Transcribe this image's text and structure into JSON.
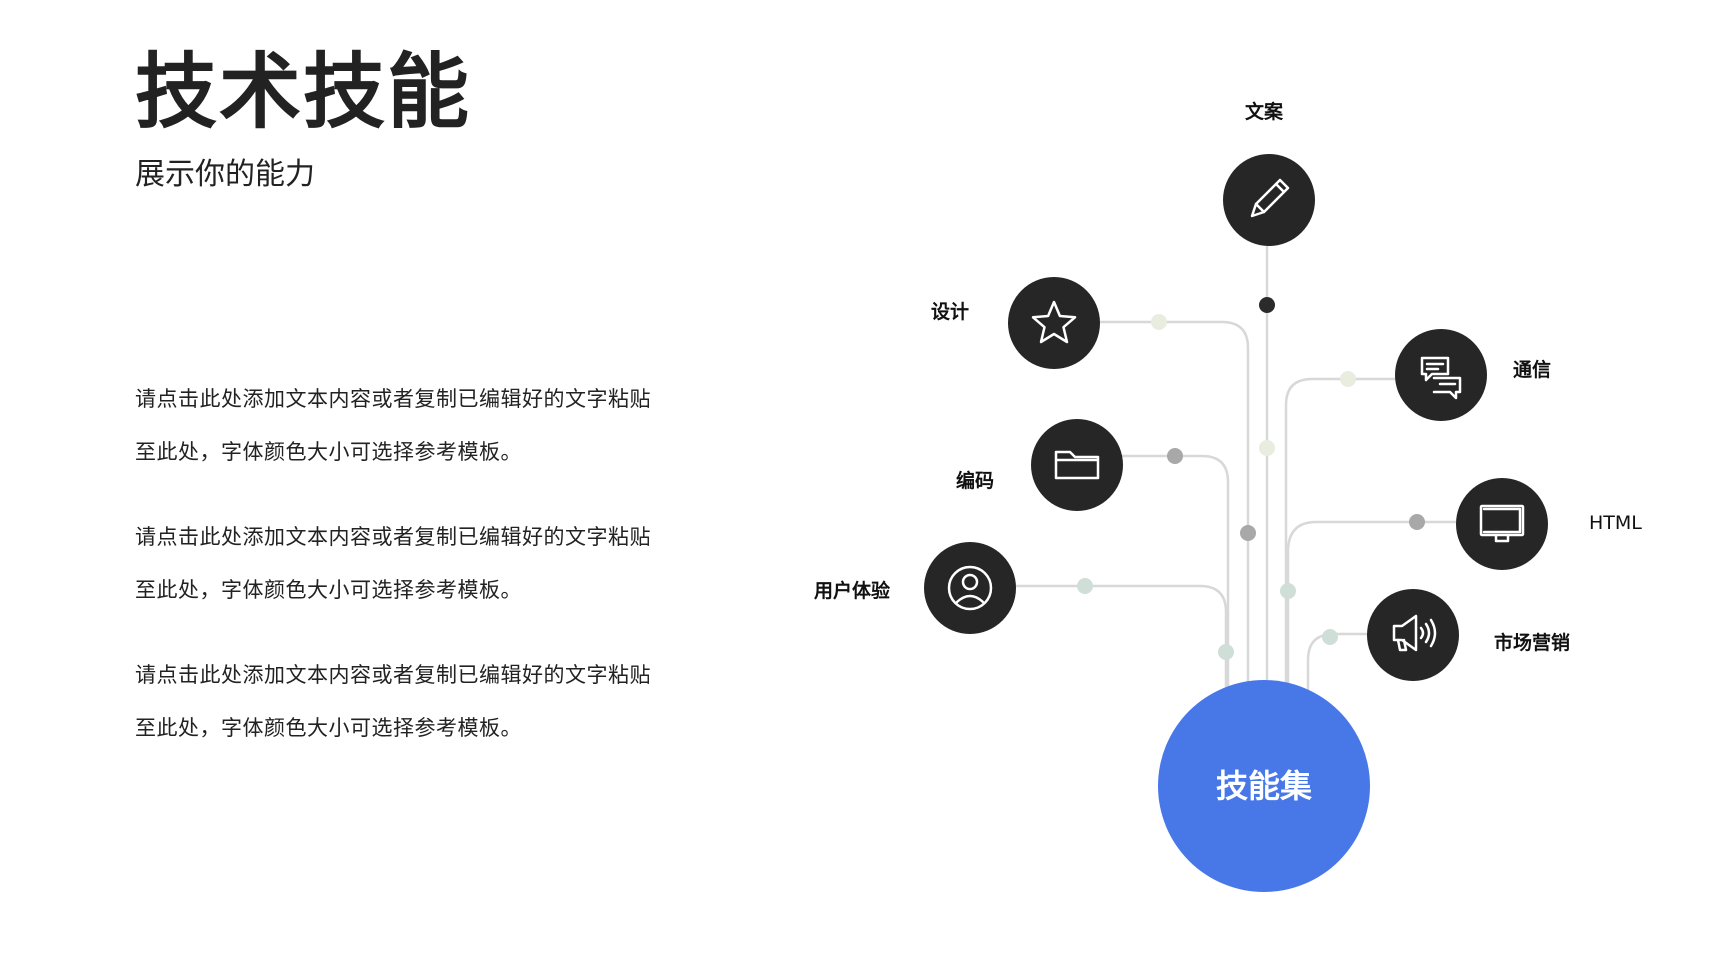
{
  "header": {
    "title": "技术技能",
    "subtitle": "展示你的能力"
  },
  "body": {
    "paragraphs": [
      "请点击此处添加文本内容或者复制已编辑好的文字粘贴至此处，字体颜色大小可选择参考模板。",
      "请点击此处添加文本内容或者复制已编辑好的文字粘贴至此处，字体颜色大小可选择参考模板。",
      "请点击此处添加文本内容或者复制已编辑好的文字粘贴至此处，字体颜色大小可选择参考模板。"
    ]
  },
  "diagram": {
    "center": {
      "label": "技能集",
      "color": "#4878e8"
    },
    "node_color": "#262626",
    "line_color": "#d8d8d8",
    "nodes": [
      {
        "label": "文案",
        "icon": "pencil-icon"
      },
      {
        "label": "设计",
        "icon": "star-icon"
      },
      {
        "label": "通信",
        "icon": "chat-bubbles-icon"
      },
      {
        "label": "编码",
        "icon": "folder-icon"
      },
      {
        "label": "HTML",
        "icon": "monitor-icon"
      },
      {
        "label": "用户体验",
        "icon": "user-icon"
      },
      {
        "label": "市场营销",
        "icon": "megaphone-icon"
      }
    ]
  }
}
